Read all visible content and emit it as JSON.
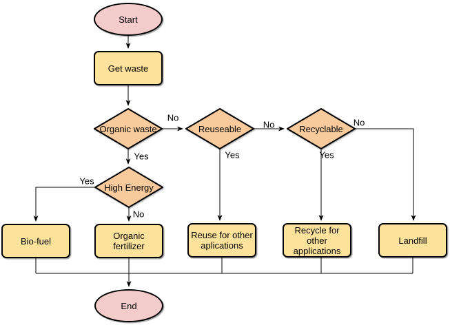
{
  "nodes": {
    "start": {
      "label": "Start",
      "type": "terminator"
    },
    "get_waste": {
      "label": "Get waste",
      "type": "process"
    },
    "organic_waste": {
      "label": "Organic waste",
      "type": "decision"
    },
    "reuseable": {
      "label": "Reuseable",
      "type": "decision"
    },
    "recyclable": {
      "label": "Recyclable",
      "type": "decision"
    },
    "high_energy": {
      "label": "High Energy",
      "type": "decision"
    },
    "bio_fuel": {
      "label": "Bio-fuel",
      "type": "process"
    },
    "organic_fertilizer": {
      "label": "Organic fertilizer",
      "type": "process"
    },
    "reuse_other": {
      "label": "Reuse for other aplications",
      "type": "process"
    },
    "recycle_other": {
      "label": "Recycle for other applications",
      "type": "process"
    },
    "landfill": {
      "label": "Landfill",
      "type": "process"
    },
    "end": {
      "label": "End",
      "type": "terminator"
    }
  },
  "edge_labels": {
    "organic_waste_no": "No",
    "organic_waste_yes": "Yes",
    "reuseable_no": "No",
    "reuseable_yes": "Yes",
    "recyclable_no": "No",
    "recyclable_yes": "Yes",
    "high_energy_yes": "Yes",
    "high_energy_no": "No"
  },
  "colors": {
    "terminator_fill": "#F4CBCB",
    "process_fill": "#FDE29B",
    "decision_fill": "#F9CB9C",
    "stroke": "#000000",
    "background": "#FFFFFF"
  }
}
